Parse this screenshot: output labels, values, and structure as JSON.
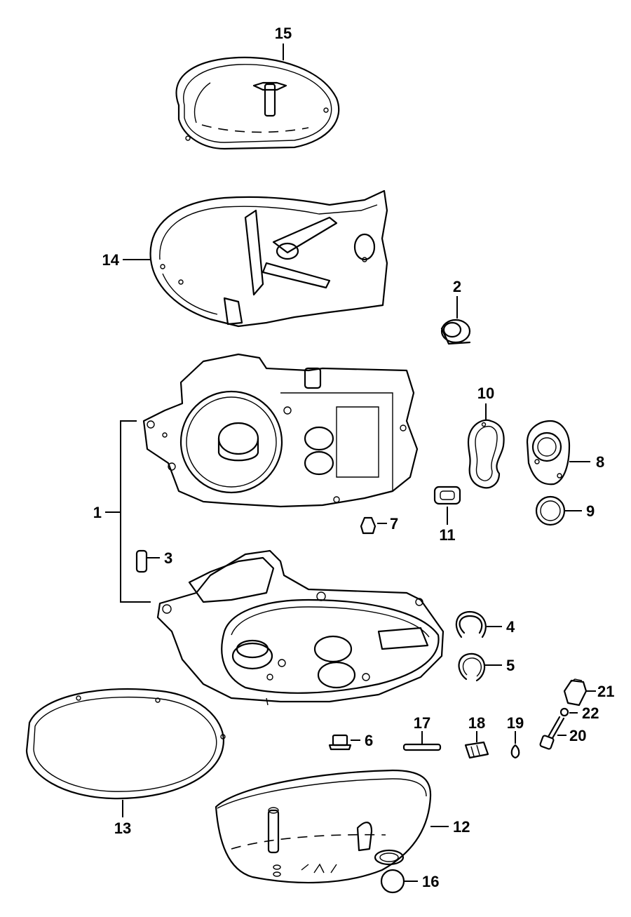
{
  "labels": {
    "p1": "1",
    "p2": "2",
    "p3": "3",
    "p4": "4",
    "p5": "5",
    "p6": "6",
    "p7": "7",
    "p8": "8",
    "p9": "9",
    "p10": "10",
    "p11": "11",
    "p12": "12",
    "p13": "13",
    "p14": "14",
    "p15": "15",
    "p16": "16",
    "p17": "17",
    "p18": "18",
    "p19": "19",
    "p20": "20",
    "p21": "21",
    "p22": "22"
  },
  "colors": {
    "ink": "#000000",
    "paper": "#ffffff"
  }
}
